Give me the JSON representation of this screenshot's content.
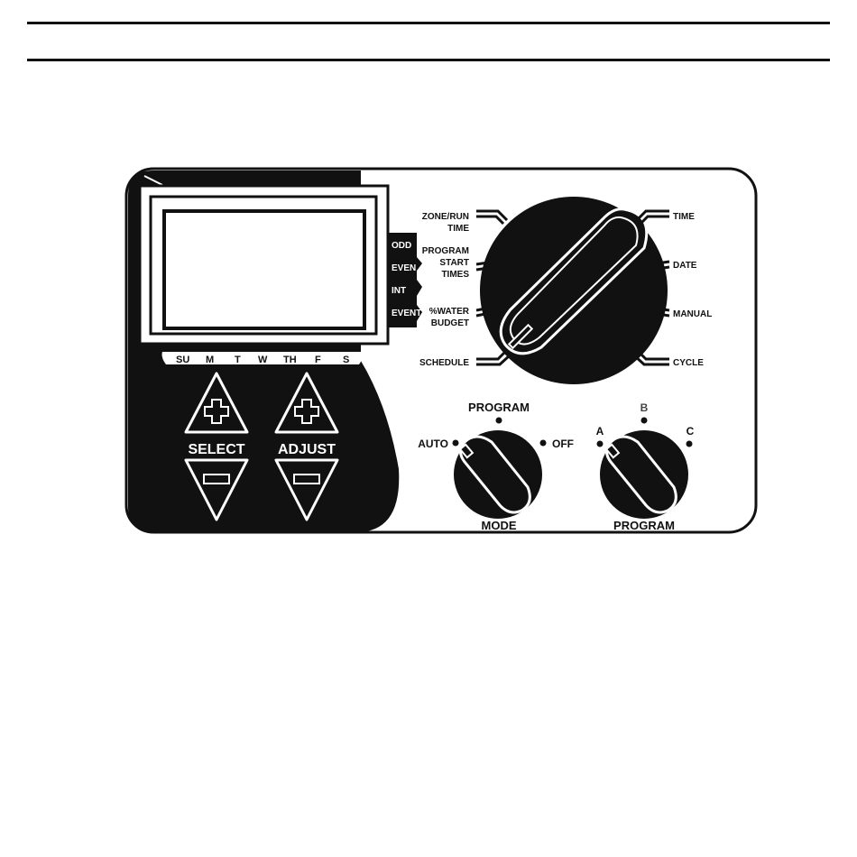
{
  "controller": {
    "day_labels": [
      "SU",
      "M",
      "T",
      "W",
      "TH",
      "F",
      "S"
    ],
    "schedule_tags": [
      "ODD",
      "EVEN",
      "INT",
      "EVENT"
    ],
    "buttons": {
      "select_label": "SELECT",
      "adjust_label": "ADJUST"
    },
    "main_dial": {
      "left_positions": [
        {
          "line1": "ZONE/RUN",
          "line2": "TIME"
        },
        {
          "line1": "PROGRAM",
          "line2": "START",
          "line3": "TIMES"
        },
        {
          "line1": "%WATER",
          "line2": "BUDGET"
        },
        {
          "line1": "SCHEDULE"
        }
      ],
      "right_positions": [
        "TIME",
        "DATE",
        "MANUAL",
        "CYCLE"
      ]
    },
    "mode_dial": {
      "title": "MODE",
      "positions": {
        "left": "AUTO",
        "top": "PROGRAM",
        "right": "OFF"
      }
    },
    "program_dial": {
      "title": "PROGRAM",
      "positions": {
        "left": "A",
        "top": "B",
        "right": "C"
      }
    }
  },
  "colors": {
    "ink": "#111111",
    "paper": "#ffffff",
    "display_bg": "#ffffff"
  },
  "icons": [
    "plus-icon",
    "minus-icon"
  ]
}
